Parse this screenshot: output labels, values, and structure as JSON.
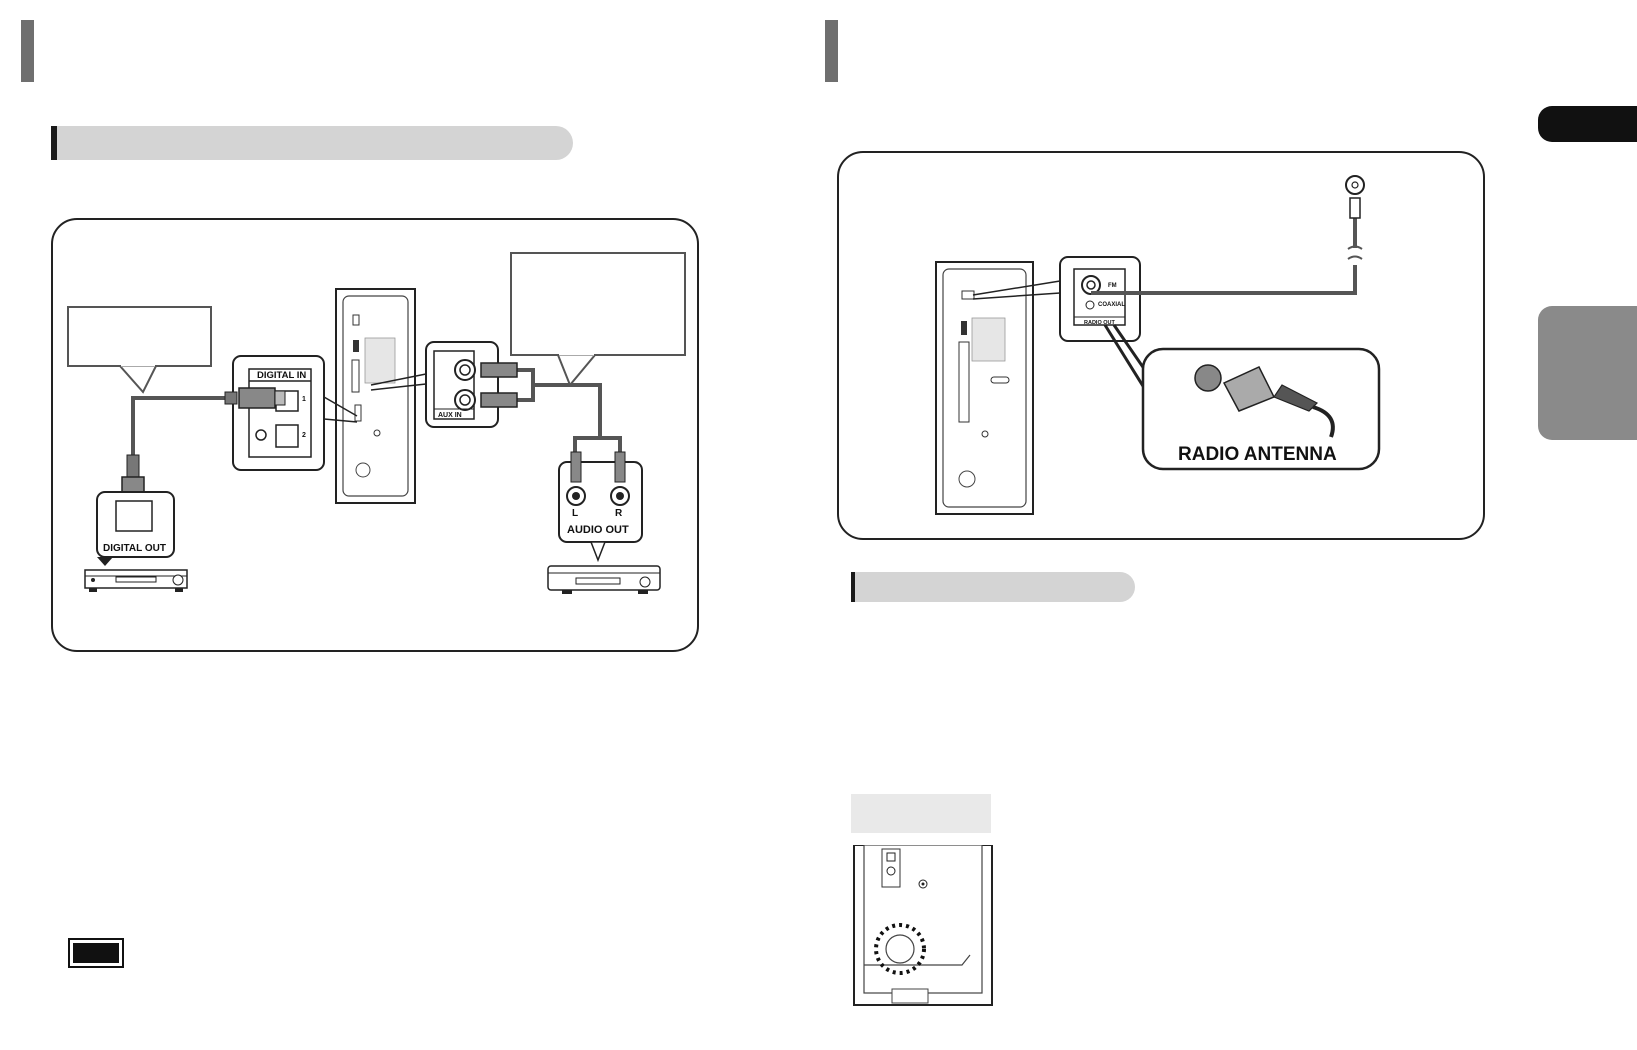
{
  "left_diagram": {
    "digital_in_label": "DIGITAL IN",
    "port_1": "1",
    "port_2": "2",
    "aux_in_label": "AUX IN",
    "digital_out_label": "DIGITAL OUT",
    "audio_out_label": "AUDIO OUT",
    "channel_left": "L",
    "channel_right": "R"
  },
  "right_diagram": {
    "fm_label": "FM",
    "coaxial_label": "COAXIAL",
    "radio_out_label": "RADIO OUT",
    "radio_antenna_label": "RADIO ANTENNA"
  },
  "colors": {
    "section_header_bg": "#d4d4d4",
    "accent_bar": "#6f6f6f",
    "side_tab_gray": "#8a8a8a",
    "side_tab_black": "#111111"
  }
}
